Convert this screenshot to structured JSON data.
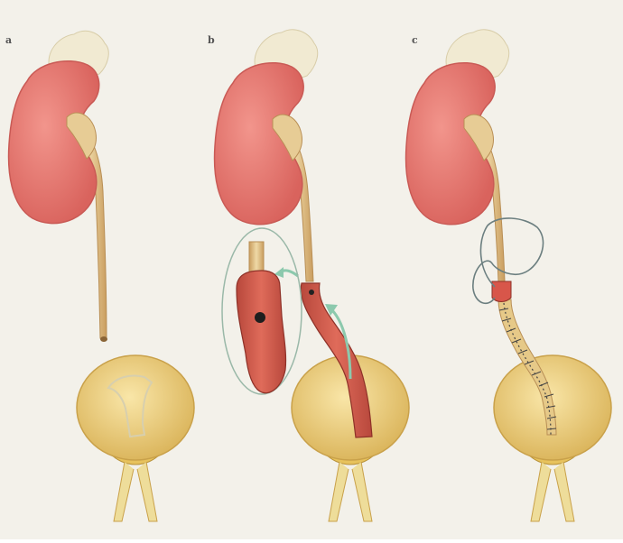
{
  "figure": {
    "panels": [
      {
        "label": "a",
        "name": "panel-a"
      },
      {
        "label": "b",
        "name": "panel-b"
      },
      {
        "label": "c",
        "name": "panel-c"
      }
    ]
  },
  "colors": {
    "background": "#f3f1ea",
    "kidney": "#e57a72",
    "kidney_shade": "#c95a55",
    "adrenal": "#f1ead2",
    "ureter": "#e7cc95",
    "ureter_edge": "#b98f55",
    "bladder": "#f0d07a",
    "bladder_edge": "#c9a14a",
    "flap": "#cf5a4a",
    "flap_edge": "#8e3128",
    "arrow": "#8cc9ad",
    "loop": "#6c7f80",
    "suture": "#444444"
  }
}
